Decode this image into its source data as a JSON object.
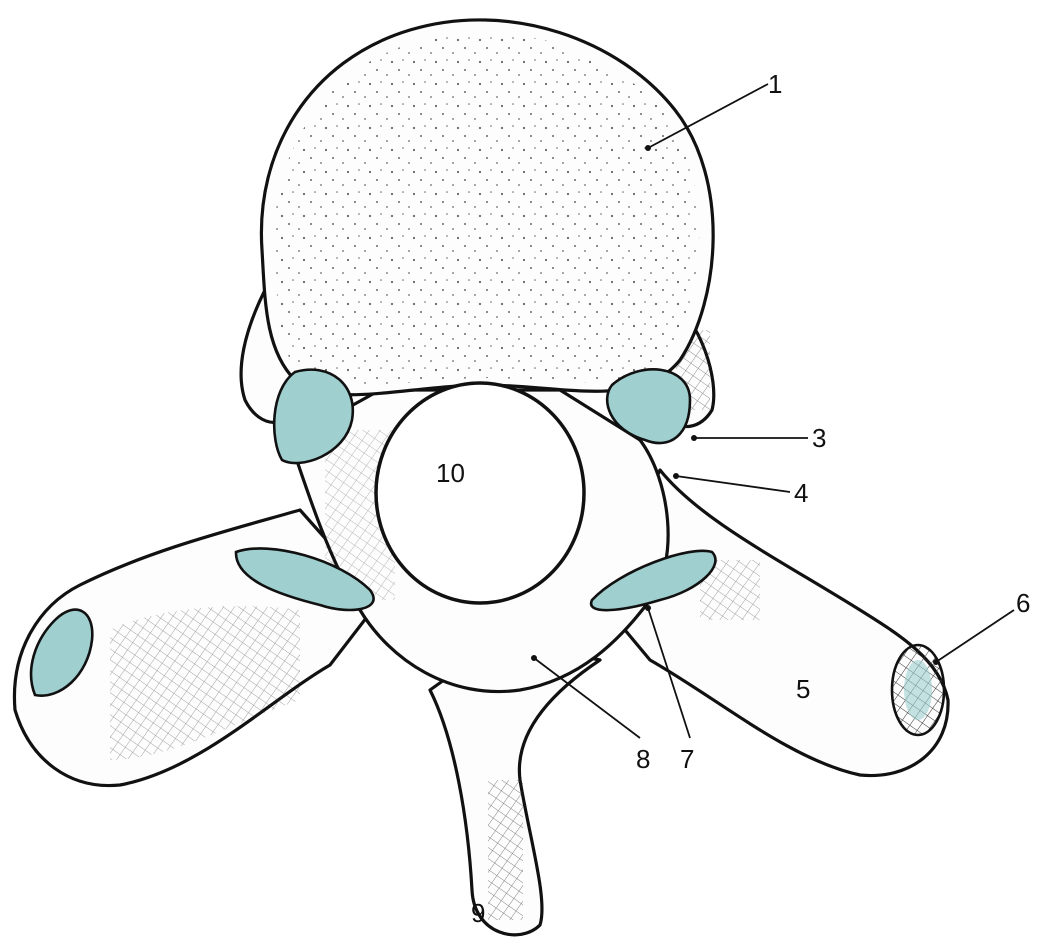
{
  "figure": {
    "subject": "lumbar vertebra, superior view",
    "facet_color": "#9fcfcf",
    "bone_color": "#fdfdfd",
    "line_color": "#111111"
  },
  "labels": [
    {
      "id": "1",
      "text": "1"
    },
    {
      "id": "3",
      "text": "3"
    },
    {
      "id": "4",
      "text": "4"
    },
    {
      "id": "5",
      "text": "5"
    },
    {
      "id": "6",
      "text": "6"
    },
    {
      "id": "7",
      "text": "7"
    },
    {
      "id": "8",
      "text": "8"
    },
    {
      "id": "9",
      "text": "9"
    },
    {
      "id": "10",
      "text": "10"
    }
  ]
}
